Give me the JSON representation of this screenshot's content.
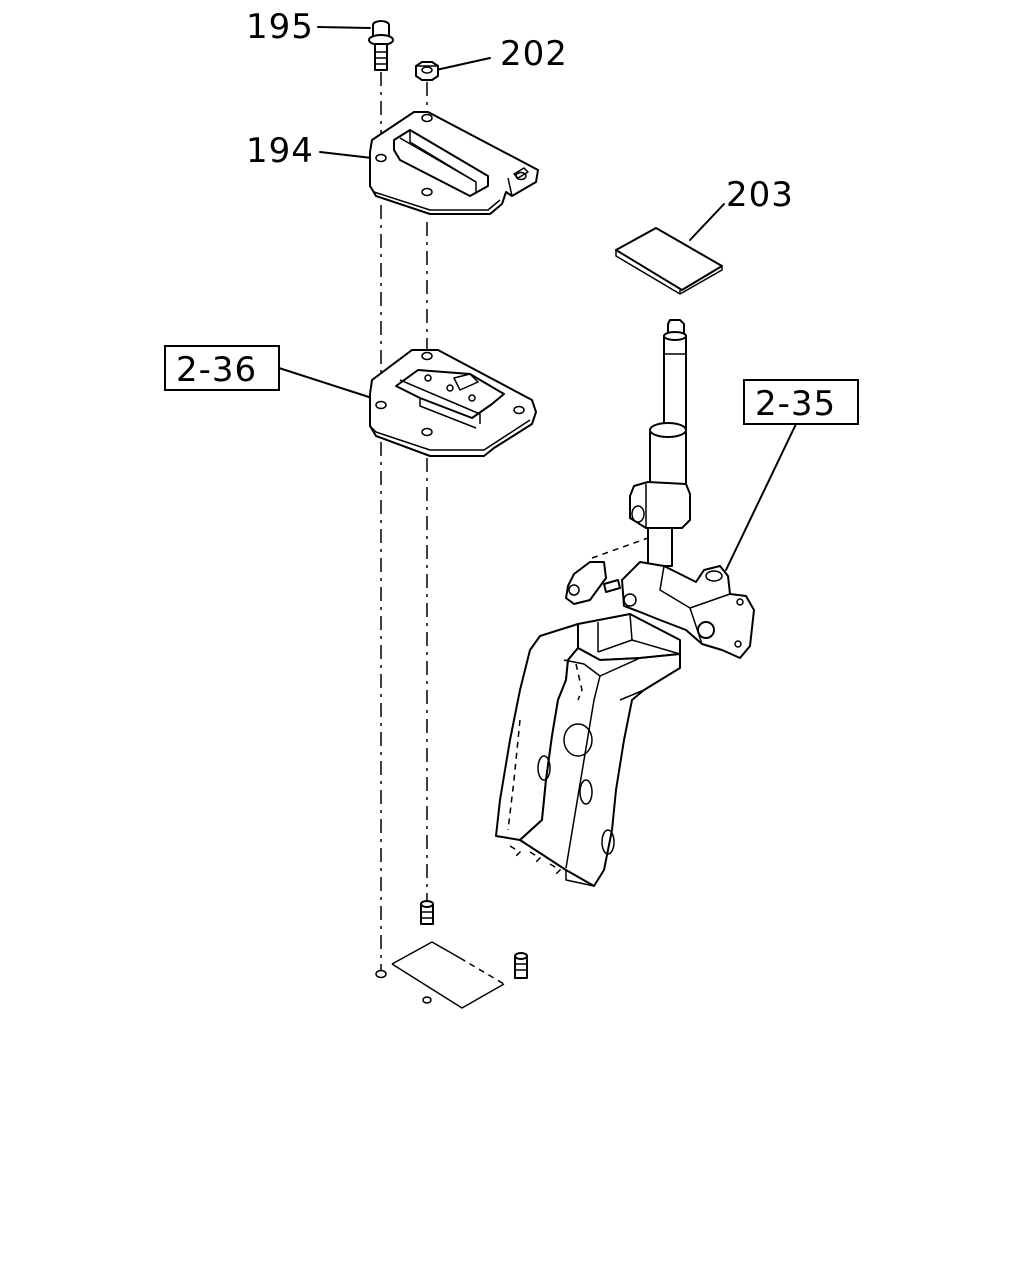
{
  "callouts": [
    {
      "id": "c195",
      "text": "195"
    },
    {
      "id": "c202",
      "text": "202"
    },
    {
      "id": "c194",
      "text": "194"
    },
    {
      "id": "c203",
      "text": "203"
    }
  ],
  "references": [
    {
      "id": "r236",
      "text": "2-36"
    },
    {
      "id": "r235",
      "text": "2-35"
    }
  ]
}
